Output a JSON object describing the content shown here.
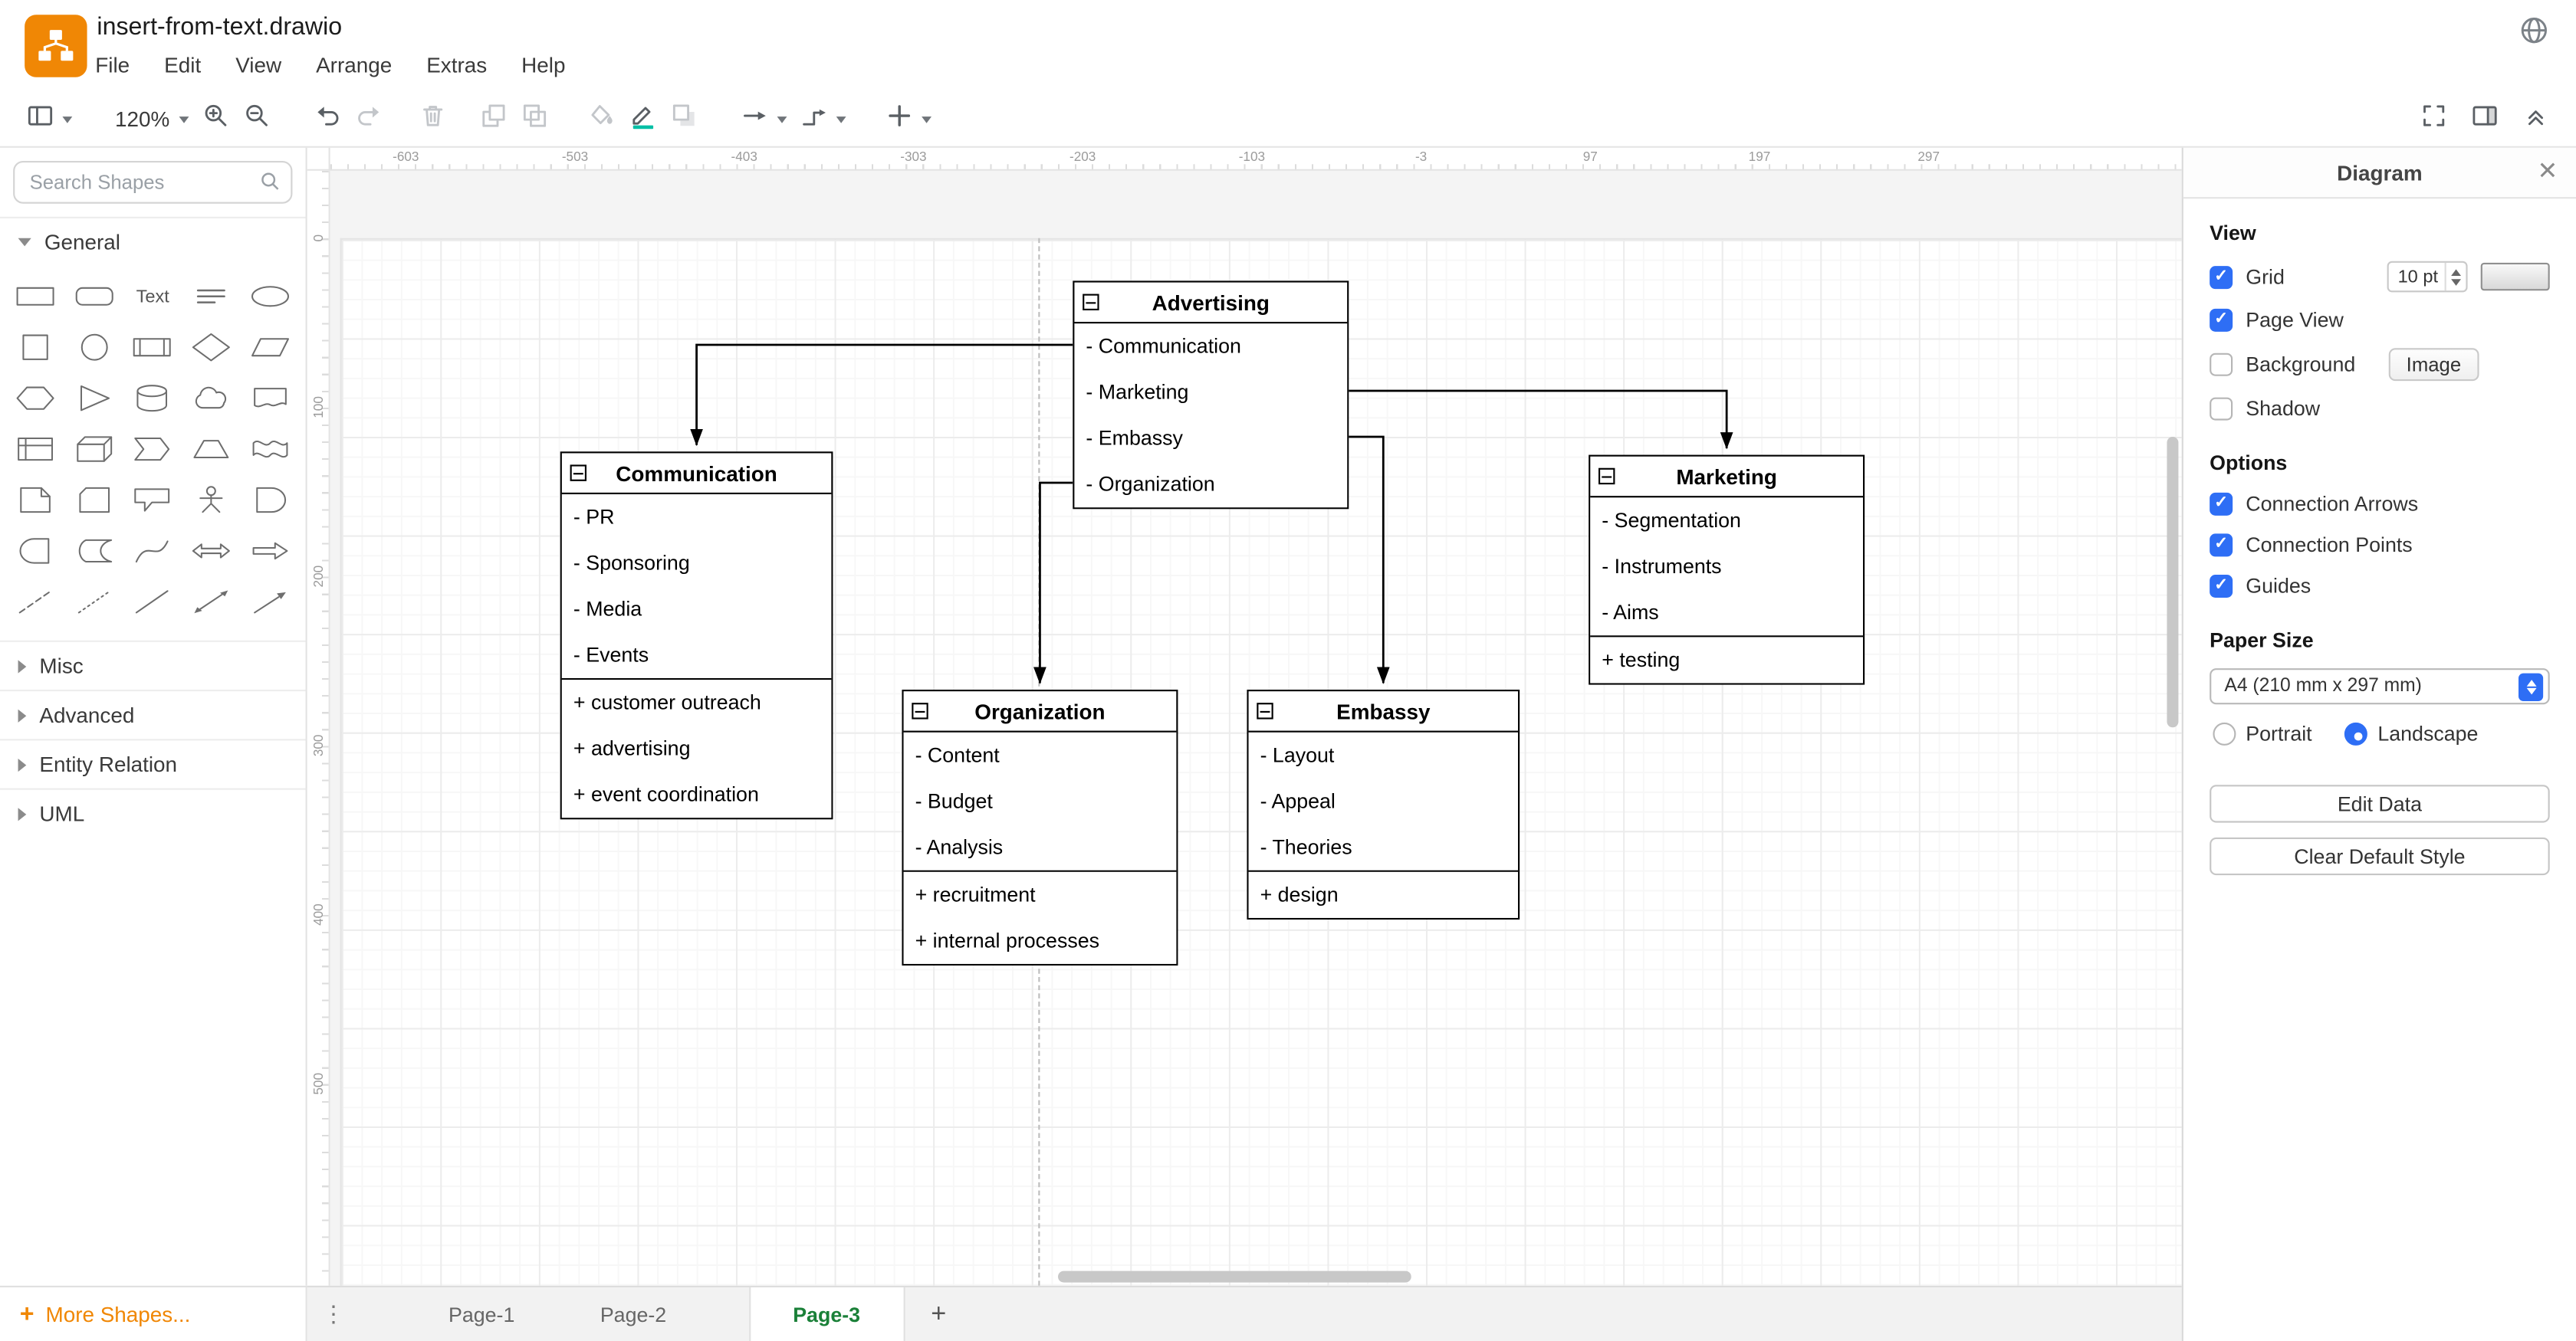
{
  "colors": {
    "brand_orange": "#F08705",
    "accent_blue": "#2E6EF5",
    "active_tab_green": "#1A8038",
    "line_color_swatch_teal": "#00BFA5"
  },
  "header": {
    "title": "insert-from-text.drawio"
  },
  "menubar": {
    "items": [
      "File",
      "Edit",
      "View",
      "Arrange",
      "Extras",
      "Help"
    ]
  },
  "toolbar": {
    "items": [
      {
        "icon": "view-panel",
        "caret": true
      },
      {
        "icon": "zoom-level",
        "label": "120%",
        "caret": true
      },
      {
        "icon": "zoom-in"
      },
      {
        "icon": "zoom-out"
      },
      {
        "icon": "undo"
      },
      {
        "icon": "redo",
        "disabled": true
      },
      {
        "icon": "delete",
        "disabled": true
      },
      {
        "icon": "to-front",
        "disabled": true
      },
      {
        "icon": "to-back",
        "disabled": true
      },
      {
        "icon": "fill-color",
        "disabled": true
      },
      {
        "icon": "line-color"
      },
      {
        "icon": "shadow",
        "disabled": true
      },
      {
        "icon": "connection-arrow",
        "caret": true
      },
      {
        "icon": "waypoints",
        "caret": true
      },
      {
        "icon": "insert",
        "caret": true
      }
    ],
    "right_items": [
      {
        "icon": "fullscreen"
      },
      {
        "icon": "format-panel"
      },
      {
        "icon": "collapse"
      }
    ]
  },
  "sidebar": {
    "search_placeholder": "Search Shapes",
    "sections": [
      {
        "label": "General",
        "expanded": true
      },
      {
        "label": "Misc",
        "expanded": false
      },
      {
        "label": "Advanced",
        "expanded": false
      },
      {
        "label": "Entity Relation",
        "expanded": false
      },
      {
        "label": "UML",
        "expanded": false
      }
    ],
    "shapes": [
      "rectangle",
      "rounded-rectangle",
      "text",
      "heading",
      "ellipse",
      "square",
      "circle",
      "process",
      "diamond",
      "parallelogram",
      "hexagon",
      "triangle",
      "cylinder",
      "cloud",
      "document",
      "internal-storage",
      "cube",
      "step",
      "trapezoid",
      "tape",
      "note",
      "card",
      "callout",
      "actor",
      "or",
      "and",
      "data-storage",
      "curve",
      "bidirectional-arrow",
      "arrow",
      "dashed-line",
      "dotted-line",
      "line",
      "bidirectional-connector",
      "directional-connector"
    ],
    "text_shape_label": "Text",
    "more_shapes_label": "More Shapes..."
  },
  "canvas": {
    "h_ruler": [
      "-603",
      "-503",
      "-403",
      "-303",
      "-203",
      "-103",
      "-3",
      "97",
      "197",
      "297"
    ],
    "v_ruler": [
      "0",
      "100",
      "200",
      "300",
      "400",
      "500"
    ]
  },
  "diagram": {
    "classes": [
      {
        "id": "advertising",
        "title": "Advertising",
        "fields": [
          "- Communication",
          "- Marketing",
          "- Embassy",
          "- Organization"
        ],
        "methods": []
      },
      {
        "id": "communication",
        "title": "Communication",
        "fields": [
          "- PR",
          "- Sponsoring",
          "- Media",
          "- Events"
        ],
        "methods": [
          "+ customer outreach",
          "+ advertising",
          "+ event coordination"
        ]
      },
      {
        "id": "organization",
        "title": "Organization",
        "fields": [
          "- Content",
          "- Budget",
          "- Analysis"
        ],
        "methods": [
          "+ recruitment",
          "+ internal processes"
        ]
      },
      {
        "id": "embassy",
        "title": "Embassy",
        "fields": [
          "- Layout",
          "- Appeal",
          "- Theories"
        ],
        "methods": [
          "+ design"
        ]
      },
      {
        "id": "marketing",
        "title": "Marketing",
        "fields": [
          "- Segmentation",
          "- Instruments",
          "- Aims"
        ],
        "methods": [
          "+ testing"
        ]
      }
    ]
  },
  "footer": {
    "tabs": [
      {
        "label": "Page-1",
        "active": false
      },
      {
        "label": "Page-2",
        "active": false
      },
      {
        "label": "Page-3",
        "active": true
      }
    ]
  },
  "panel": {
    "title": "Diagram",
    "view": {
      "heading": "View",
      "grid": {
        "label": "Grid",
        "checked": true,
        "size": "10 pt"
      },
      "page_view": {
        "label": "Page View",
        "checked": true
      },
      "background": {
        "label": "Background",
        "checked": false,
        "image_button": "Image"
      },
      "shadow": {
        "label": "Shadow",
        "checked": false
      }
    },
    "options": {
      "heading": "Options",
      "items": [
        {
          "label": "Connection Arrows",
          "checked": true
        },
        {
          "label": "Connection Points",
          "checked": true
        },
        {
          "label": "Guides",
          "checked": true
        }
      ]
    },
    "paper": {
      "heading": "Paper Size",
      "size": "A4 (210 mm x 297 mm)",
      "portrait": {
        "label": "Portrait",
        "selected": false
      },
      "landscape": {
        "label": "Landscape",
        "selected": true
      }
    },
    "buttons": {
      "edit_data": "Edit Data",
      "clear_default_style": "Clear Default Style"
    }
  }
}
